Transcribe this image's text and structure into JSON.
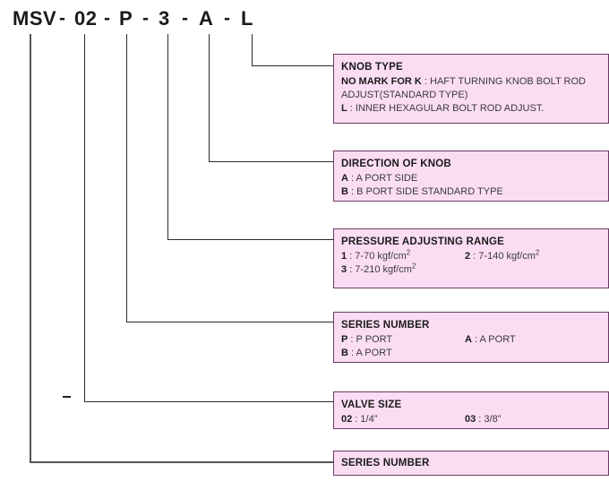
{
  "model_code": {
    "segments": [
      "MSV",
      "02",
      "P",
      "3",
      "A",
      "L"
    ],
    "separator": "-"
  },
  "boxes": [
    {
      "id": "knob-type",
      "title": "KNOB TYPE",
      "rows": [
        {
          "key": "NO MARK FOR K",
          "sep": " : ",
          "value": "HAFT TURNING KNOB BOLT ROD"
        },
        {
          "key": "",
          "sep": "",
          "value": "ADJUST(STANDARD TYPE)"
        },
        {
          "key": "L",
          "sep": " : ",
          "value": "INNER HEXAGULAR BOLT ROD ADJUST."
        }
      ]
    },
    {
      "id": "direction-of-knob",
      "title": "DIRECTION OF KNOB",
      "rows": [
        {
          "key": "A",
          "sep": " : ",
          "value": "A PORT SIDE"
        },
        {
          "key": "B",
          "sep": " : ",
          "value": "B PORT SIDE STANDARD TYPE"
        }
      ]
    },
    {
      "id": "pressure-adjusting-range",
      "title": "PRESSURE ADJUSTING RANGE",
      "rows": [
        {
          "key": "1",
          "sep": " : ",
          "value": "7-70 kgf/cm",
          "sup": "2",
          "key2": "2",
          "sep2": " : ",
          "value2": "7-140 kgf/cm",
          "sup2": "2"
        },
        {
          "key": "3",
          "sep": " : ",
          "value": "7-210 kgf/cm",
          "sup": "2"
        }
      ]
    },
    {
      "id": "series-number-upper",
      "title": "SERIES NUMBER",
      "rows": [
        {
          "key": "P",
          "sep": " : ",
          "value": "P PORT",
          "key2": "A",
          "sep2": " : ",
          "value2": "A PORT"
        },
        {
          "key": "B",
          "sep": " : ",
          "value": "A PORT"
        }
      ]
    },
    {
      "id": "valve-size",
      "title": "VALVE SIZE",
      "rows": [
        {
          "key": "02",
          "sep": " : ",
          "value": "1/4”",
          "key2": "03",
          "sep2": " : ",
          "value2": "3/8”"
        }
      ]
    },
    {
      "id": "series-number-lower",
      "title": "SERIES NUMBER",
      "rows": []
    }
  ],
  "colors": {
    "box_fill": "#fbddf3",
    "box_border": "#6b3a63",
    "leader_line": "#2a2a2a",
    "text": "#1a1a1a"
  }
}
